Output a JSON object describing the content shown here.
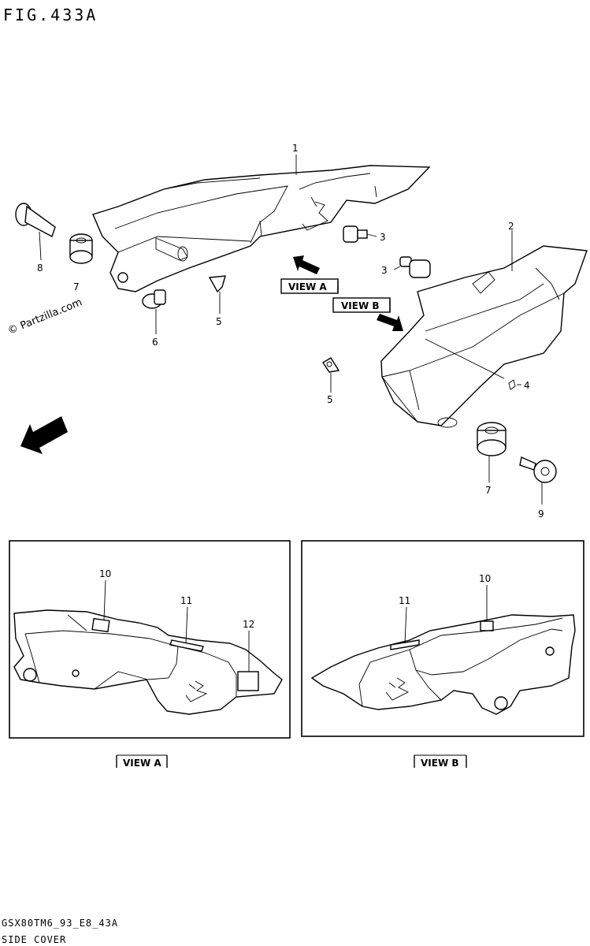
{
  "figure": {
    "title": "FIG.433A",
    "footer_code": "GSX80TM6_93_E8_43A",
    "footer_name": "SIDE COVER",
    "watermark": "© Partzilla.com",
    "fwd_label": "FWD"
  },
  "callouts": [
    "1",
    "2",
    "3",
    "3",
    "4",
    "5",
    "5",
    "6",
    "7",
    "7",
    "8",
    "9",
    "10",
    "10",
    "11",
    "11",
    "12"
  ],
  "views": {
    "a_label": "VIEW A",
    "b_label": "VIEW B"
  }
}
